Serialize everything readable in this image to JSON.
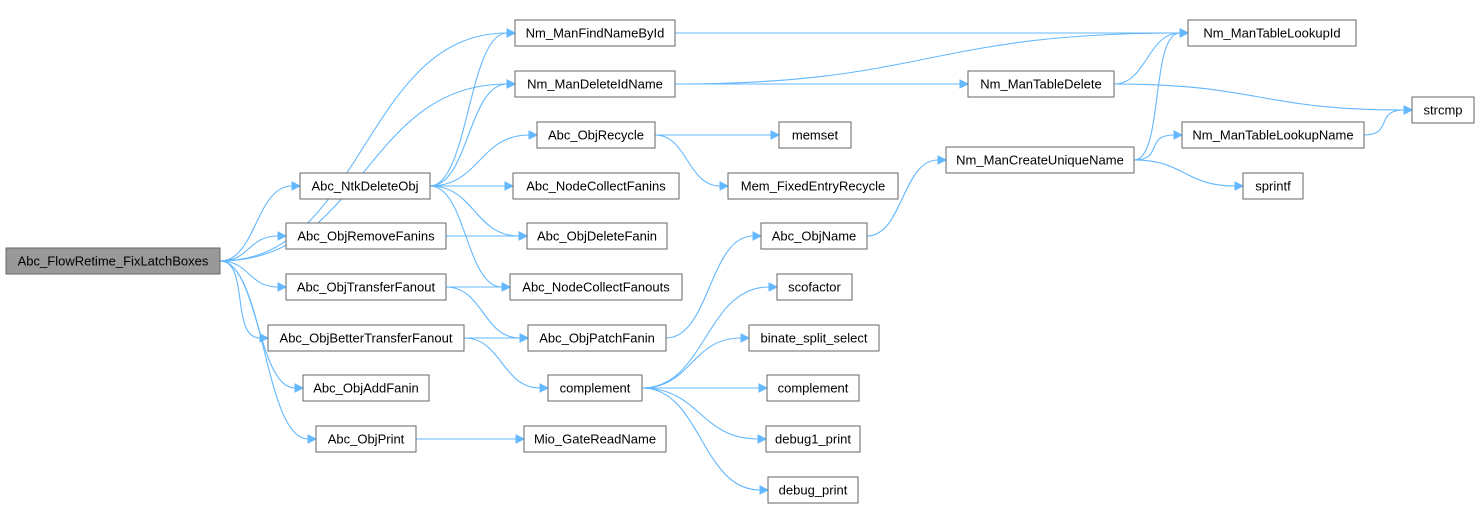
{
  "graph": {
    "nodes": [
      {
        "id": "root",
        "label": "Abc_FlowRetime_FixLatchBoxes",
        "root": true
      },
      {
        "id": "findname",
        "label": "Nm_ManFindNameById"
      },
      {
        "id": "deleteidname",
        "label": "Nm_ManDeleteIdName"
      },
      {
        "id": "lookupid",
        "label": "Nm_ManTableLookupId"
      },
      {
        "id": "tabledelete",
        "label": "Nm_ManTableDelete"
      },
      {
        "id": "strcmp",
        "label": "strcmp"
      },
      {
        "id": "objrecycle",
        "label": "Abc_ObjRecycle"
      },
      {
        "id": "memset",
        "label": "memset"
      },
      {
        "id": "createunique",
        "label": "Nm_ManCreateUniqueName"
      },
      {
        "id": "lookupname",
        "label": "Nm_ManTableLookupName"
      },
      {
        "id": "ntkdeleteobj",
        "label": "Abc_NtkDeleteObj"
      },
      {
        "id": "collectfanins",
        "label": "Abc_NodeCollectFanins"
      },
      {
        "id": "fixedentry",
        "label": "Mem_FixedEntryRecycle"
      },
      {
        "id": "sprintf",
        "label": "sprintf"
      },
      {
        "id": "removefanins",
        "label": "Abc_ObjRemoveFanins"
      },
      {
        "id": "deletefanin",
        "label": "Abc_ObjDeleteFanin"
      },
      {
        "id": "objname",
        "label": "Abc_ObjName"
      },
      {
        "id": "transferfanout",
        "label": "Abc_ObjTransferFanout"
      },
      {
        "id": "collectfanouts",
        "label": "Abc_NodeCollectFanouts"
      },
      {
        "id": "scofactor",
        "label": "scofactor"
      },
      {
        "id": "bettertransfer",
        "label": "Abc_ObjBetterTransferFanout"
      },
      {
        "id": "patchfanin",
        "label": "Abc_ObjPatchFanin"
      },
      {
        "id": "binate",
        "label": "binate_split_select"
      },
      {
        "id": "complement1",
        "label": "complement"
      },
      {
        "id": "complement2",
        "label": "complement"
      },
      {
        "id": "addfanin",
        "label": "Abc_ObjAddFanin"
      },
      {
        "id": "debug1",
        "label": "debug1_print"
      },
      {
        "id": "objprint",
        "label": "Abc_ObjPrint"
      },
      {
        "id": "gatereadname",
        "label": "Mio_GateReadName"
      },
      {
        "id": "debugprint",
        "label": "debug_print"
      }
    ],
    "edges": [
      [
        "root",
        "findname"
      ],
      [
        "root",
        "deleteidname"
      ],
      [
        "root",
        "ntkdeleteobj"
      ],
      [
        "root",
        "removefanins"
      ],
      [
        "root",
        "transferfanout"
      ],
      [
        "root",
        "bettertransfer"
      ],
      [
        "root",
        "addfanin"
      ],
      [
        "root",
        "objprint"
      ],
      [
        "findname",
        "lookupid"
      ],
      [
        "deleteidname",
        "lookupid"
      ],
      [
        "deleteidname",
        "tabledelete"
      ],
      [
        "tabledelete",
        "lookupid"
      ],
      [
        "tabledelete",
        "strcmp"
      ],
      [
        "ntkdeleteobj",
        "findname"
      ],
      [
        "ntkdeleteobj",
        "deleteidname"
      ],
      [
        "ntkdeleteobj",
        "objrecycle"
      ],
      [
        "ntkdeleteobj",
        "collectfanins"
      ],
      [
        "ntkdeleteobj",
        "deletefanin"
      ],
      [
        "ntkdeleteobj",
        "collectfanouts"
      ],
      [
        "objrecycle",
        "memset"
      ],
      [
        "objrecycle",
        "fixedentry"
      ],
      [
        "createunique",
        "lookupid"
      ],
      [
        "createunique",
        "lookupname"
      ],
      [
        "createunique",
        "sprintf"
      ],
      [
        "lookupname",
        "strcmp"
      ],
      [
        "removefanins",
        "deletefanin"
      ],
      [
        "transferfanout",
        "collectfanouts"
      ],
      [
        "transferfanout",
        "patchfanin"
      ],
      [
        "bettertransfer",
        "patchfanin"
      ],
      [
        "bettertransfer",
        "complement1"
      ],
      [
        "patchfanin",
        "objname"
      ],
      [
        "objname",
        "createunique"
      ],
      [
        "complement1",
        "scofactor"
      ],
      [
        "complement1",
        "binate"
      ],
      [
        "complement1",
        "complement2"
      ],
      [
        "complement1",
        "debug1"
      ],
      [
        "complement1",
        "debugprint"
      ],
      [
        "objprint",
        "gatereadname"
      ]
    ]
  }
}
